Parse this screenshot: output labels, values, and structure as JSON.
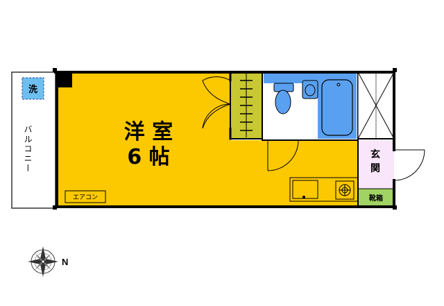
{
  "rooms": {
    "main_line1": "洋 室",
    "main_line2": "6 帖",
    "balcony": "バルコニー",
    "entrance_1": "玄",
    "entrance_2": "関",
    "shoe_box": "靴箱"
  },
  "fixtures": {
    "washer": "洗",
    "aircon": "エアコン"
  },
  "compass": {
    "north_label": "N"
  },
  "colors": {
    "room_fill": "#FCC800",
    "closet_fill": "#C8C832",
    "bath_fill": "#5AA0F0",
    "entrance_fill": "#FAE6FA",
    "shoe_fill": "#A0D264",
    "washer_fill": "#6EBEF0",
    "wall": "#000000"
  }
}
